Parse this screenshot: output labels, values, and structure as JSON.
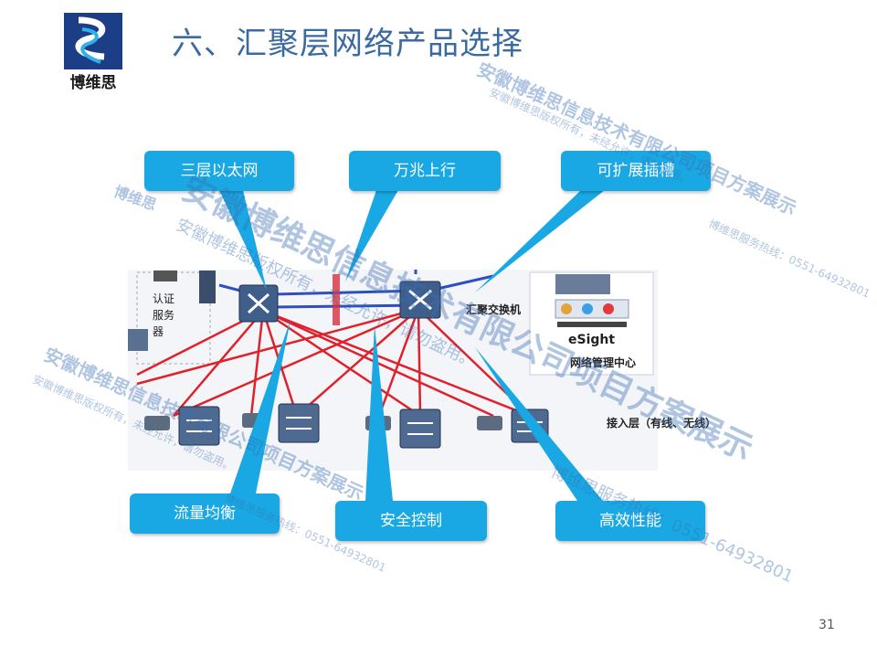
{
  "logo_text": "博维思",
  "title": "六、汇聚层网络产品选择",
  "diagram_labels": {
    "auth_server": "认证服务器",
    "aggregation_switch": "汇聚交换机",
    "esight": "eSight",
    "nms_center": "网络管理中心",
    "access_layer": "接入层（有线、无线）"
  },
  "callouts": [
    "三层以太网",
    "万兆上行",
    "可扩展插槽",
    "流量均衡",
    "安全控制",
    "高效性能"
  ],
  "watermark": {
    "company": "安徽博维思信息技术有限公司项目方案展示",
    "copyright": "安徽博维思版权所有，未经允许，请勿盗用。",
    "hotline": "博维思服务热线：0551-64932801",
    "logo_text": "博维思"
  },
  "page_number": "31",
  "colors": {
    "callout": "#19a8e3",
    "title": "#3b6aa0",
    "red_links": "#e0202a",
    "blue_links": "#2d4fbf"
  }
}
